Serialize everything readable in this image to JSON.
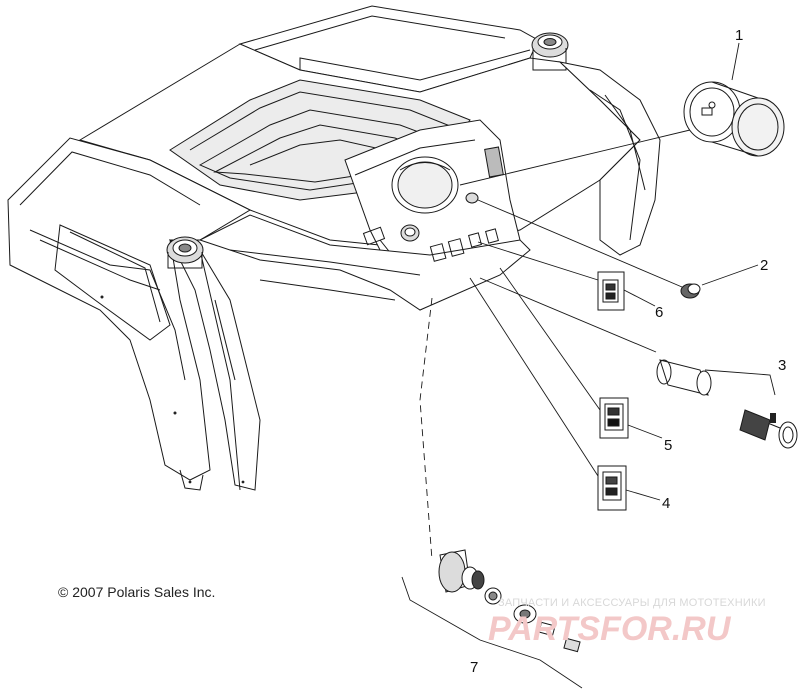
{
  "diagram": {
    "copyright": "© 2007 Polaris Sales Inc.",
    "callouts": [
      "1",
      "2",
      "3",
      "4",
      "5",
      "6",
      "7"
    ],
    "watermark": {
      "tagline": "ЗАПЧАСТИ И АКСЕССУАРЫ ДЛЯ МОТОТЕХНИКИ",
      "logo": "PARTSFOR.RU"
    }
  }
}
